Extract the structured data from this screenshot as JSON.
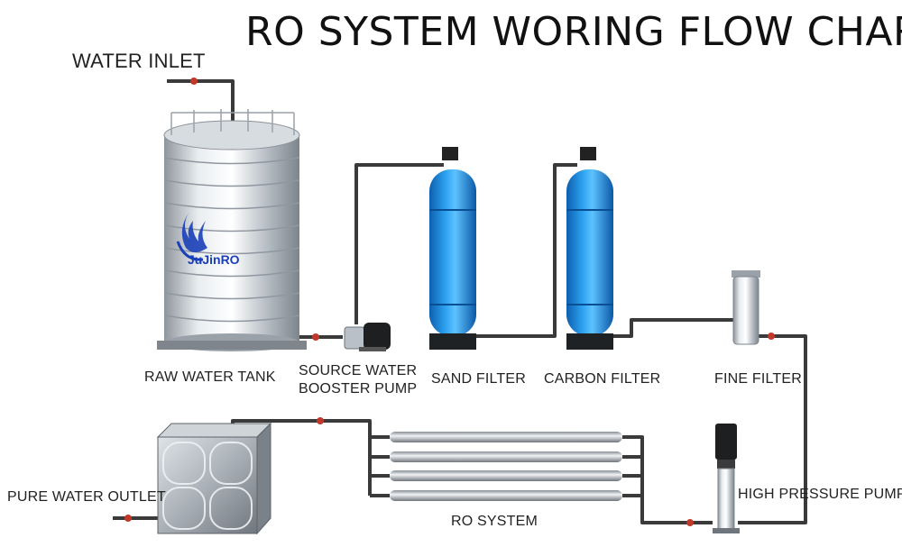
{
  "title": "RO SYSTEM WORING FLOW CHART",
  "brand": "JuJinRO",
  "labels": {
    "water_inlet": "WATER INLET",
    "raw_water_tank": "RAW WATER TANK",
    "booster_pump_line1": "SOURCE WATER",
    "booster_pump_line2": "BOOSTER PUMP",
    "sand_filter": "SAND FILTER",
    "carbon_filter": "CARBON FILTER",
    "fine_filter": "FINE FILTER",
    "high_pressure_pump": "HIGH PRESSURE PUMP",
    "ro_system": "RO SYSTEM",
    "pure_water_outlet": "PURE WATER OUTLET"
  },
  "colors": {
    "pipe": "#3a3a3a",
    "filter_blue": "#1e8fe0",
    "steel": "#c9ced4",
    "valve": "#c0392b",
    "brand_blue": "#1a3fb8"
  }
}
